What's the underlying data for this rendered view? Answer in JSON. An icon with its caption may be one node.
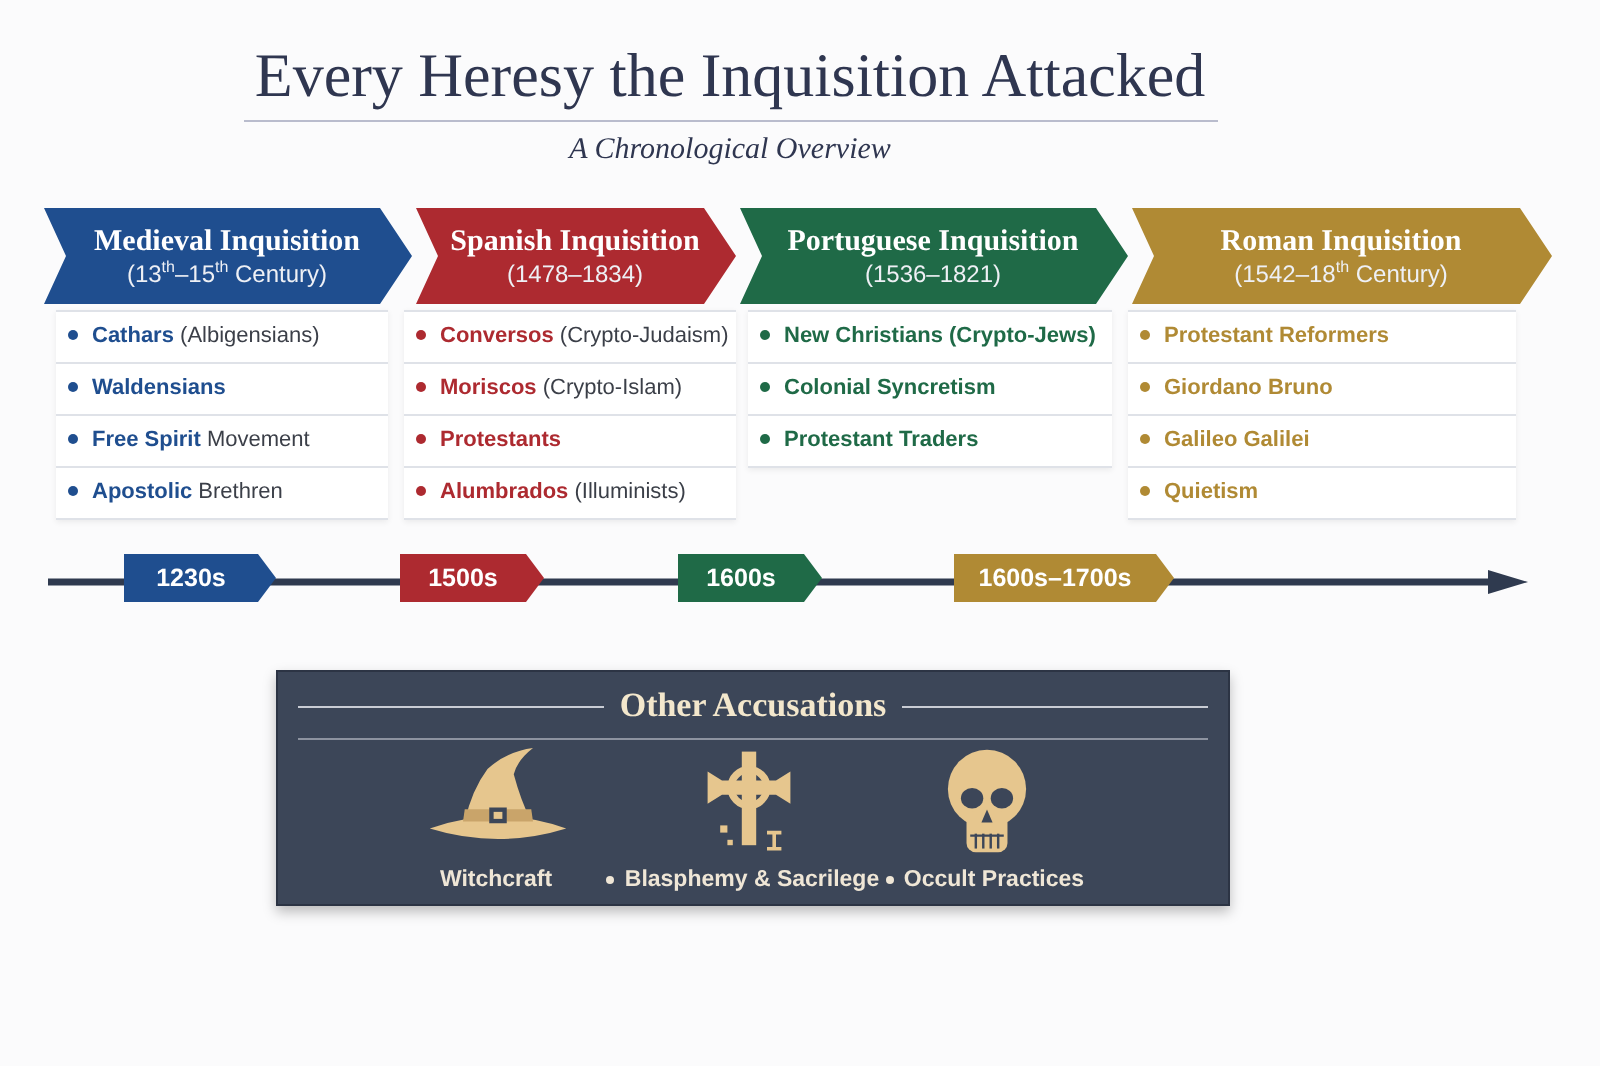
{
  "diagram": {
    "title": "Every Heresy the Inquisition Attacked",
    "nodes": [
      {
        "text": [
          "Medieval Inquisition",
          "(13$^{th}$–15$^{th}$ Century)"
        ]
      },
      {
        "text": [
          "**Cathars** (Albigensians)",
          "Waldensians",
          "**Free Spirit** Movement",
          "**Apostolic** Brethren"
        ]
      },
      {
        "text": [
          "Spanish Inquisition",
          "(1478–1834)"
        ]
      },
      {
        "text": [
          "**Conversos** (Crypto-Judaism)",
          "**Moriscos** (Crypto-Islam)",
          "Protestants",
          "**Alumbrados** (Illuminists)"
        ]
      },
      {
        "text": [
          "Portuguese Inquisition",
          "(1536–1821)"
        ]
      },
      {
        "text": [
          "New Christians (Crypto-Jews)",
          "Colonial Syncretism",
          "Protestant Traders"
        ]
      },
      {
        "text": [
          "Roman Inquisition",
          "(1542–18$^{th}$ Century)"
        ]
      },
      {
        "text": [
          "Protestant Reformers",
          "Giordano Bruno",
          "Galileo Galilei",
          "Quietism"
        ]
      },
      {
        "text": [
          "1230s"
        ]
      },
      {
        "text": [
          "1500s"
        ]
      },
      {
        "text": [
          "1600s"
        ]
      },
      {
        "text": [
          "1600s–1700s"
        ]
      },
      {
        "text": [
          "Other Accusations",
          "Witchcraft",
          "Blasphemy & Sacrilege",
          "Occult Practices"
        ]
      }
    ],
    "labels": [
      "A Chronological Overview"
    ]
  }
}
